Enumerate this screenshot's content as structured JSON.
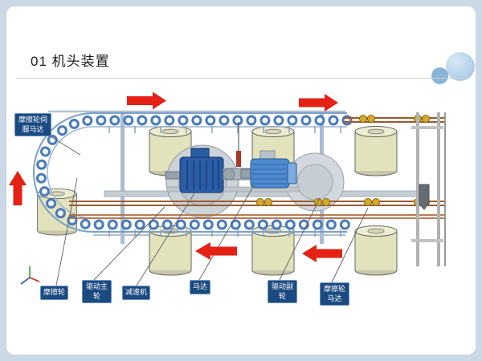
{
  "slide": {
    "title": "01 机头装置"
  },
  "part_labels": {
    "friction_wheel_servo_motor": "摩擦轮伺服马达",
    "friction_wheel": "摩擦轮",
    "drive_main_wheel": "驱动主轮",
    "reducer": "减速机",
    "motor": "马达",
    "drive_sub_wheel": "驱动副轮",
    "friction_wheel_motor": "摩擦轮马达"
  },
  "diagram": {
    "flow_arrows": [
      {
        "position": "top-left",
        "direction": "right"
      },
      {
        "position": "top-right",
        "direction": "right"
      },
      {
        "position": "left",
        "direction": "up"
      },
      {
        "position": "bottom-center",
        "direction": "left"
      },
      {
        "position": "bottom-right",
        "direction": "left"
      }
    ],
    "colors": {
      "arrow_red": "#e52015",
      "label_background": "#1b4a80",
      "chain_blue": "#4a7ab8",
      "roller_body": "#e2e2bc",
      "gearbox_blue": "#2a5ca6",
      "motor_blue": "#4e8ad0",
      "rail_copper": "#9a5a30",
      "frame_background": "#cbd8e6"
    }
  }
}
